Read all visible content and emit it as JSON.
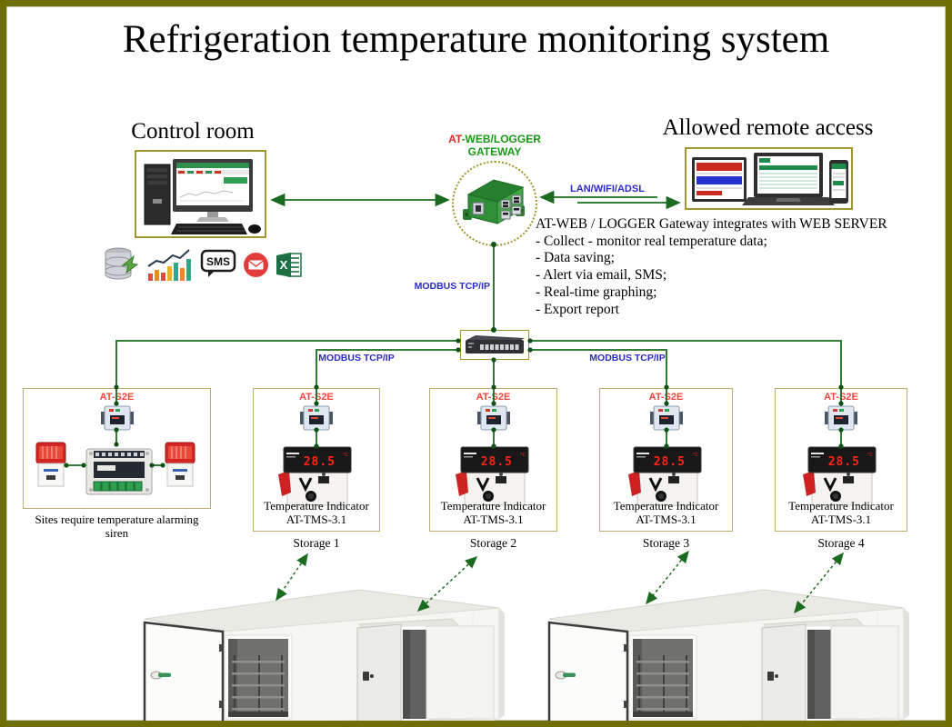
{
  "title": "Refrigeration temperature monitoring system",
  "control_room": {
    "title": "Control room"
  },
  "remote_access": {
    "title": "Allowed remote access"
  },
  "gateway": {
    "label_red": "AT",
    "label_green": "-WEB/LOGGER",
    "label_line2": "GATEWAY"
  },
  "links": {
    "lan_label": "LAN/WIFI/ADSL",
    "modbus_gateway": "MODBUS TCP/IP",
    "modbus_left": "MODBUS TCP/IP",
    "modbus_right": "MODBUS TCP/IP"
  },
  "web_server_info": {
    "heading": "AT-WEB / LOGGER Gateway integrates with WEB SERVER",
    "items": [
      "- Collect - monitor real temperature data;",
      "- Data saving;",
      "- Alert via email, SMS;",
      "- Real-time graphing;",
      "- Export report"
    ]
  },
  "icons": {
    "sms_label": "SMS",
    "excel_label": "X"
  },
  "siren_site": {
    "device_label": "AT-S2E",
    "caption": "Sites require temperature alarming siren"
  },
  "storages": [
    {
      "device_label": "AT-S2E",
      "indicator_line1": "Temperature Indicator",
      "indicator_line2": "AT-TMS-3.1",
      "display_value": "28.5",
      "display_unit": "°C",
      "name": "Storage 1"
    },
    {
      "device_label": "AT-S2E",
      "indicator_line1": "Temperature Indicator",
      "indicator_line2": "AT-TMS-3.1",
      "display_value": "28.5",
      "display_unit": "°C",
      "name": "Storage 2"
    },
    {
      "device_label": "AT-S2E",
      "indicator_line1": "Temperature Indicator",
      "indicator_line2": "AT-TMS-3.1",
      "display_value": "28.5",
      "display_unit": "°C",
      "name": "Storage 3"
    },
    {
      "device_label": "AT-S2E",
      "indicator_line1": "Temperature Indicator",
      "indicator_line2": "AT-TMS-3.1",
      "display_value": "28.5",
      "display_unit": "°C",
      "name": "Storage 4"
    }
  ],
  "colors": {
    "frame_border": "#6f6e00",
    "box_border": "#a3962e",
    "line_green": "#1a6b1f",
    "dot_green": "#0d5413",
    "label_red": "#f0463c",
    "label_green": "#169a16",
    "label_blue": "#2a2ac8",
    "display_red": "#ff2418",
    "device_green": "#35963a"
  }
}
